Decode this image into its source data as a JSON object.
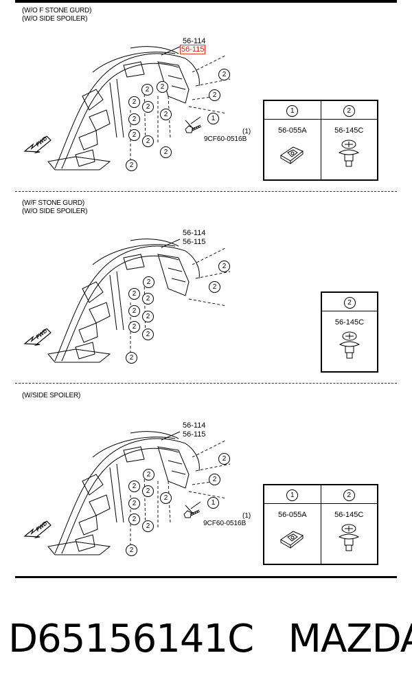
{
  "sections": [
    {
      "conditions": [
        "(W/O F STONE GURD)",
        "(W/O SIDE SPOILER)"
      ],
      "part_refs": [
        "56-114",
        "56-115"
      ],
      "highlighted_ref": "56-115",
      "bolt_qty": "(1)",
      "bolt_part": "9CF60-0516B",
      "legend": [
        {
          "callout": "1",
          "code": "56-055A"
        },
        {
          "callout": "2",
          "code": "56-145C"
        }
      ]
    },
    {
      "conditions": [
        "(W/F STONE GURD)",
        "(W/O SIDE SPOILER)"
      ],
      "part_refs": [
        "56-114",
        "56-115"
      ],
      "legend": [
        {
          "callout": "2",
          "code": "56-145C"
        }
      ]
    },
    {
      "conditions": [
        "(W/SIDE SPOILER)"
      ],
      "part_refs": [
        "56-114",
        "56-115"
      ],
      "bolt_qty": "(1)",
      "bolt_part": "9CF60-0516B",
      "legend": [
        {
          "callout": "1",
          "code": "56-055A"
        },
        {
          "callout": "2",
          "code": "56-145C"
        }
      ]
    }
  ],
  "callout_1": "1",
  "callout_2": "2",
  "fwd_label": "FWD",
  "footer": {
    "part_number": "D65156141C",
    "brand": "MAZDA"
  },
  "colors": {
    "highlight": "#e33333",
    "line": "#000000"
  }
}
